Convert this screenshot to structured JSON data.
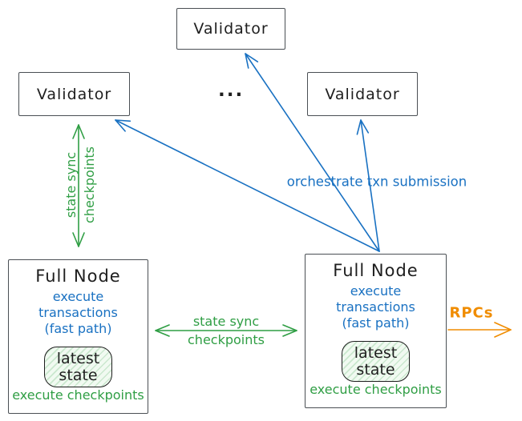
{
  "colors": {
    "ink": "#1e1e1e",
    "box_border": "#4a4f54",
    "blue": "#1971c2",
    "green": "#2f9e44",
    "orange": "#f08c00",
    "state_fill": "#f1faf1"
  },
  "validators": {
    "top": {
      "label": "Validator"
    },
    "left": {
      "label": "Validator"
    },
    "right": {
      "label": "Validator"
    }
  },
  "ellipsis": "...",
  "full_nodes": [
    {
      "title": "Full Node",
      "exec_line1": "execute transactions",
      "exec_line2": "(fast path)",
      "state_line1": "latest",
      "state_line2": "state",
      "footer": "execute checkpoints"
    },
    {
      "title": "Full Node",
      "exec_line1": "execute transactions",
      "exec_line2": "(fast path)",
      "state_line1": "latest",
      "state_line2": "state",
      "footer": "execute checkpoints"
    }
  ],
  "edge_labels": {
    "validator_sync": {
      "line1": "state sync",
      "line2": "checkpoints"
    },
    "node_sync": {
      "line1": "state sync",
      "line2": "checkpoints"
    },
    "orchestrate": "orchestrate txn submission",
    "rpcs": "RPCs"
  }
}
